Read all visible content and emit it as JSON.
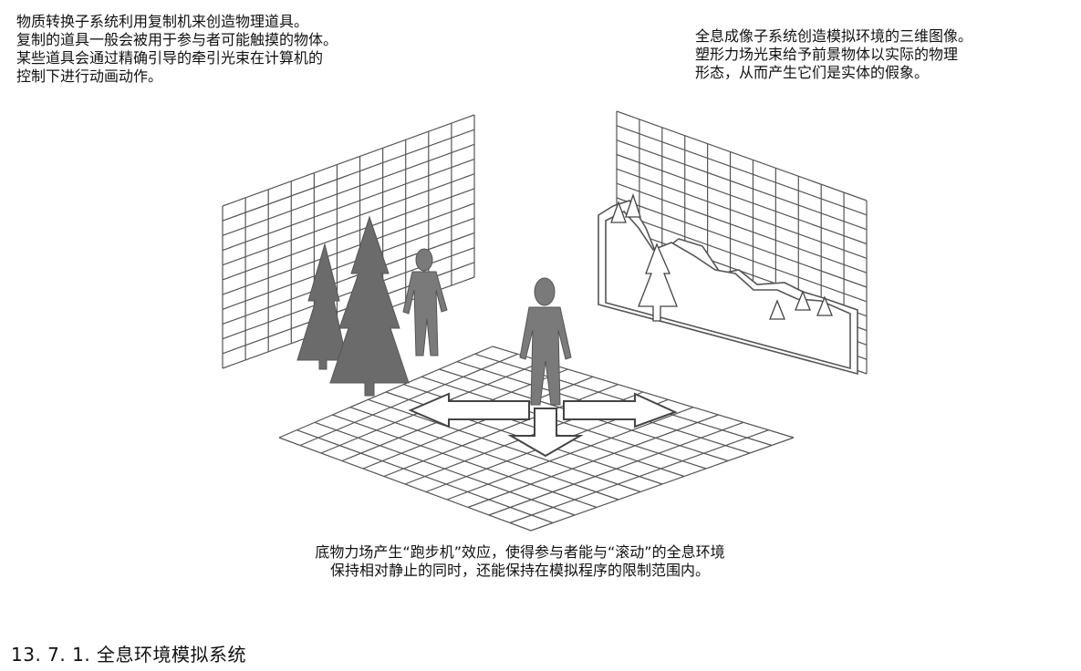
{
  "annotations": {
    "top_left": "物质转换子系统利用复制机来创造物理道具。\n复制的道具一般会被用于参与者可能触摸的物体。\n某些道具会通过精确引导的牵引光束在计算机的\n控制下进行动画动作。",
    "top_right": "全息成像子系统创造模拟环境的三维图像。\n塑形力场光束给予前景物体以实际的物理\n形态，从而产生它们是实体的假象。",
    "bottom": "底物力场产生“跑步机”效应，使得参与者能与“滚动”的全息环境\n保持相对静止的同时，还能保持在模拟程序的限制范围内。"
  },
  "caption": "13. 7. 1.  全息环境模拟系统",
  "colors": {
    "line": "#555555",
    "silhouette": "#6b6b6b",
    "background": "#ffffff"
  }
}
